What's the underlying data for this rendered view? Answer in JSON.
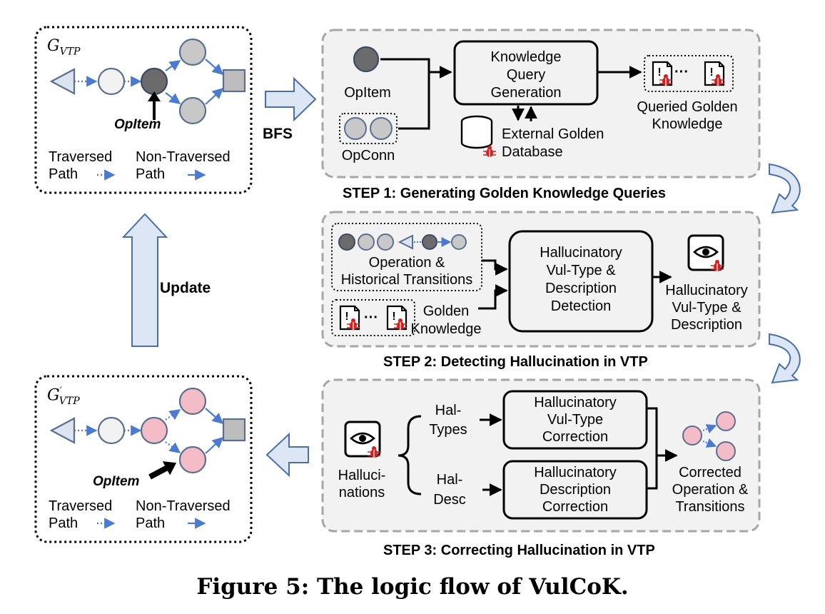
{
  "graph_top": {
    "title_main": "G",
    "title_sub": "VTP",
    "opitem": "OpItem",
    "traversed": [
      "Traversed",
      "Path"
    ],
    "non_traversed": [
      "Non-Traversed",
      "Path"
    ]
  },
  "graph_bottom": {
    "title_main": "G",
    "title_prime": "′",
    "title_sub": "VTP",
    "opitem": "OpItem",
    "traversed": [
      "Traversed",
      "Path"
    ],
    "non_traversed": [
      "Non-Traversed",
      "Path"
    ]
  },
  "bfs_label": "BFS",
  "update_label": "Update",
  "step1": {
    "opitem": "OpItem",
    "opconn": "OpConn",
    "box_text": [
      "Knowledge",
      "Query",
      "Generation"
    ],
    "db_label": [
      "External Golden",
      "Database"
    ],
    "queried": [
      "Queried Golden",
      "Knowledge"
    ],
    "ellipsis": "···",
    "title": "STEP 1: Generating Golden Knowledge Queries"
  },
  "step2": {
    "input1": [
      "Operation &",
      "Historical Transitions"
    ],
    "input2": [
      "Golden",
      "Knowledge"
    ],
    "ellipsis": "···",
    "box_text": [
      "Hallucinatory",
      "Vul-Type &",
      "Description",
      "Detection"
    ],
    "output": [
      "Hallucinatory",
      "Vul-Type &",
      "Description"
    ],
    "title": "STEP 2: Detecting Hallucination in VTP"
  },
  "step3": {
    "input": [
      "Halluci-",
      "nations"
    ],
    "hal_types": [
      "Hal-",
      "Types"
    ],
    "hal_desc": [
      "Hal-",
      "Desc"
    ],
    "box1": [
      "Hallucinatory",
      "Vul-Type",
      "Correction"
    ],
    "box2": [
      "Hallucinatory",
      "Description",
      "Correction"
    ],
    "output": [
      "Corrected",
      "Operation &",
      "Transitions"
    ],
    "title": "STEP 3: Correcting Hallucination in VTP"
  },
  "caption": "Figure 5: The logic flow of VulCoK.",
  "colors": {
    "dark_node": "#6b6b6b",
    "grey_node": "#c8c8c8",
    "light_node": "#f2f2f2",
    "pink_node": "#f4bcc6",
    "edge_blue": "#4a7bd0",
    "panel_fill": "#f2f2f2",
    "panel_border": "#a6a6a6",
    "big_arrow_fill": "#dde6f4",
    "big_arrow_stroke": "#4a6fa8",
    "bug_red": "#d42020"
  }
}
